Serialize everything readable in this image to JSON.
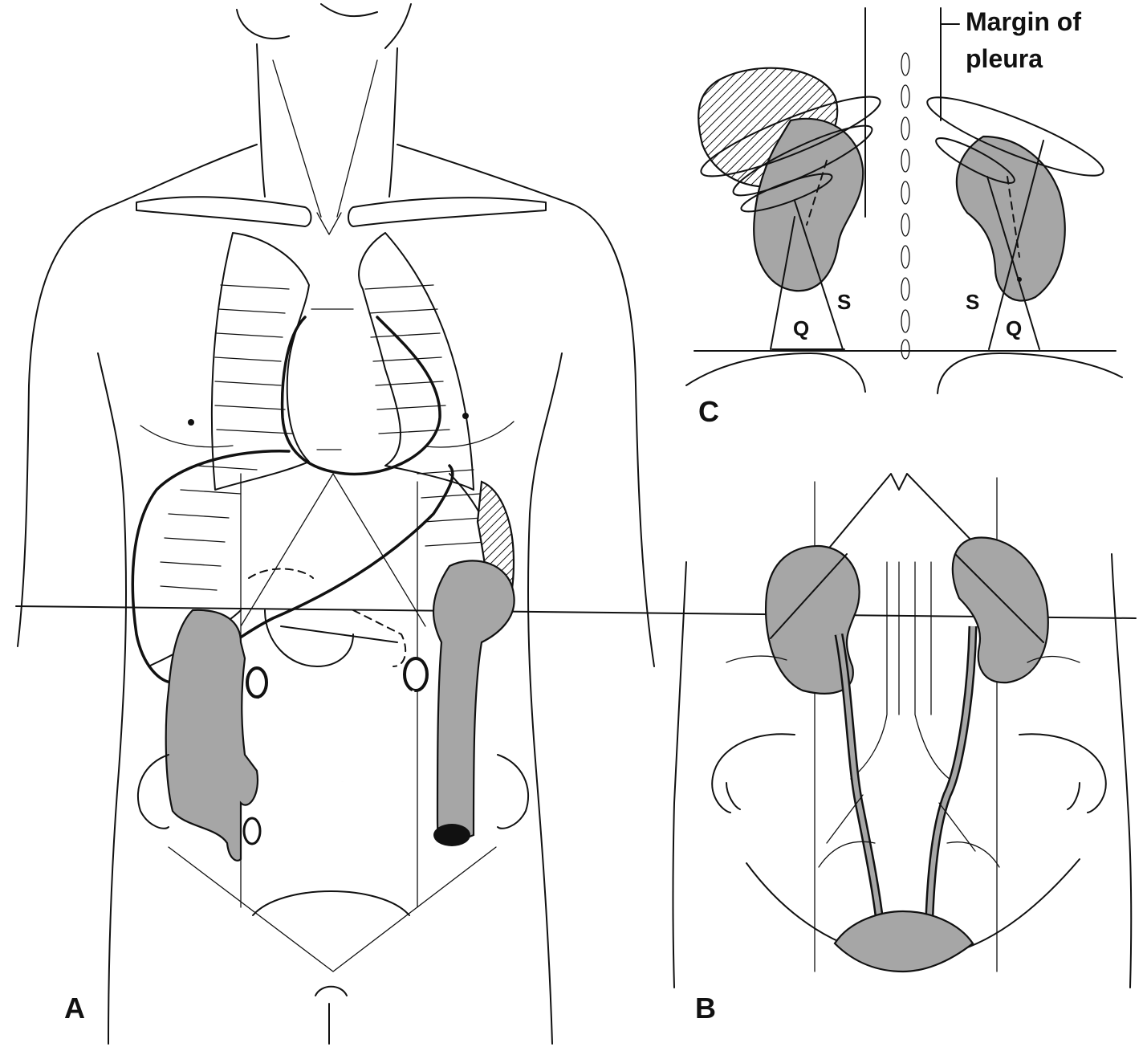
{
  "figure": {
    "panels": [
      {
        "id": "A",
        "label": "A"
      },
      {
        "id": "B",
        "label": "B"
      },
      {
        "id": "C",
        "label": "C"
      }
    ],
    "annotations": {
      "margin_of_pleura_line1": "Margin of",
      "margin_of_pleura_line2": "pleura",
      "left_S": "S",
      "left_Q": "Q",
      "right_S": "S",
      "right_Q": "Q"
    },
    "colors": {
      "ink": "#111111",
      "organ_fill": "#a6a6a6",
      "background": "#ffffff"
    }
  }
}
